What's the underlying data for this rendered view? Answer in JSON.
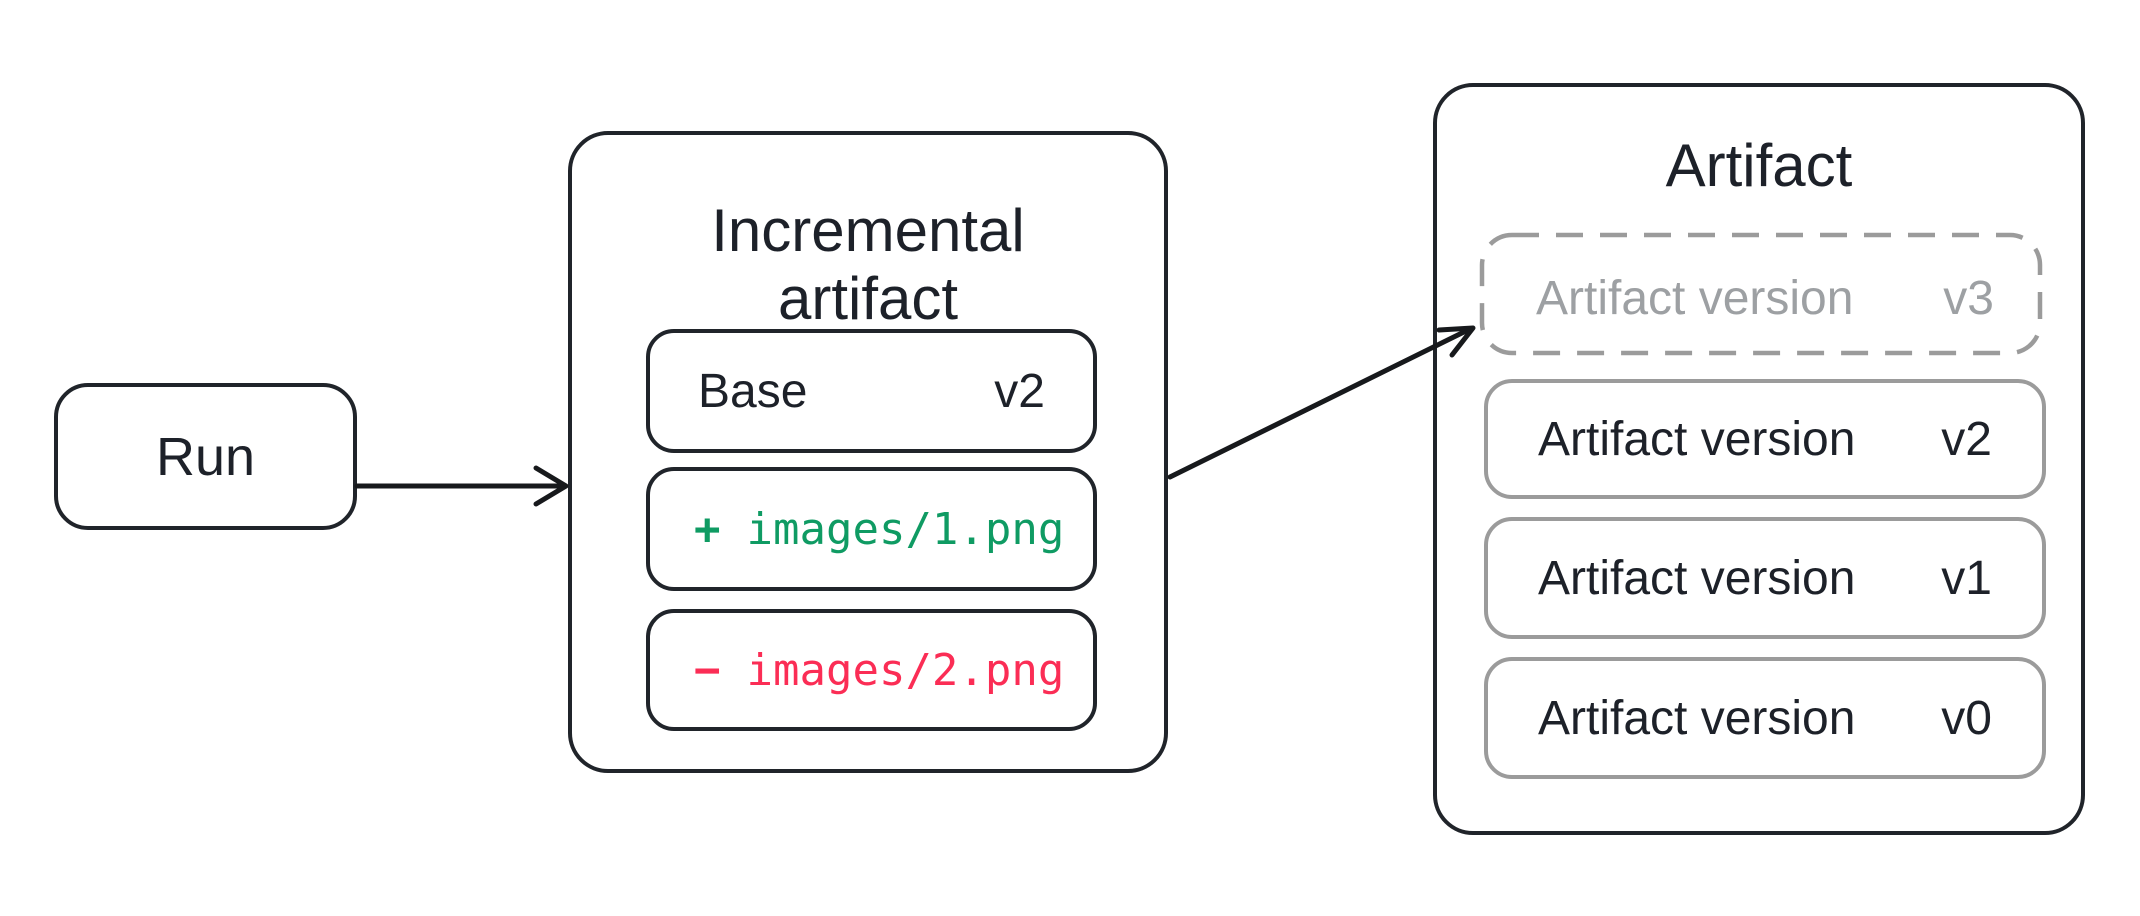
{
  "run": {
    "label": "Run"
  },
  "incremental": {
    "title": "Incremental artifact",
    "base": {
      "label": "Base",
      "version": "v2"
    },
    "added": {
      "sign": "+",
      "path": "images/1.png"
    },
    "removed": {
      "sign": "−",
      "path": "images/2.png"
    }
  },
  "artifact": {
    "title": "Artifact",
    "pending": {
      "label": "Artifact version",
      "version": "v3"
    },
    "versions": [
      {
        "label": "Artifact version",
        "version": "v2"
      },
      {
        "label": "Artifact version",
        "version": "v1"
      },
      {
        "label": "Artifact version",
        "version": "v0"
      }
    ]
  },
  "colors": {
    "ink": "#20242a",
    "added_green": "#0f9b63",
    "removed_red": "#fb2d55",
    "muted_border_gray": "#9b9b9b",
    "muted_text_gray": "#9da0a3"
  }
}
